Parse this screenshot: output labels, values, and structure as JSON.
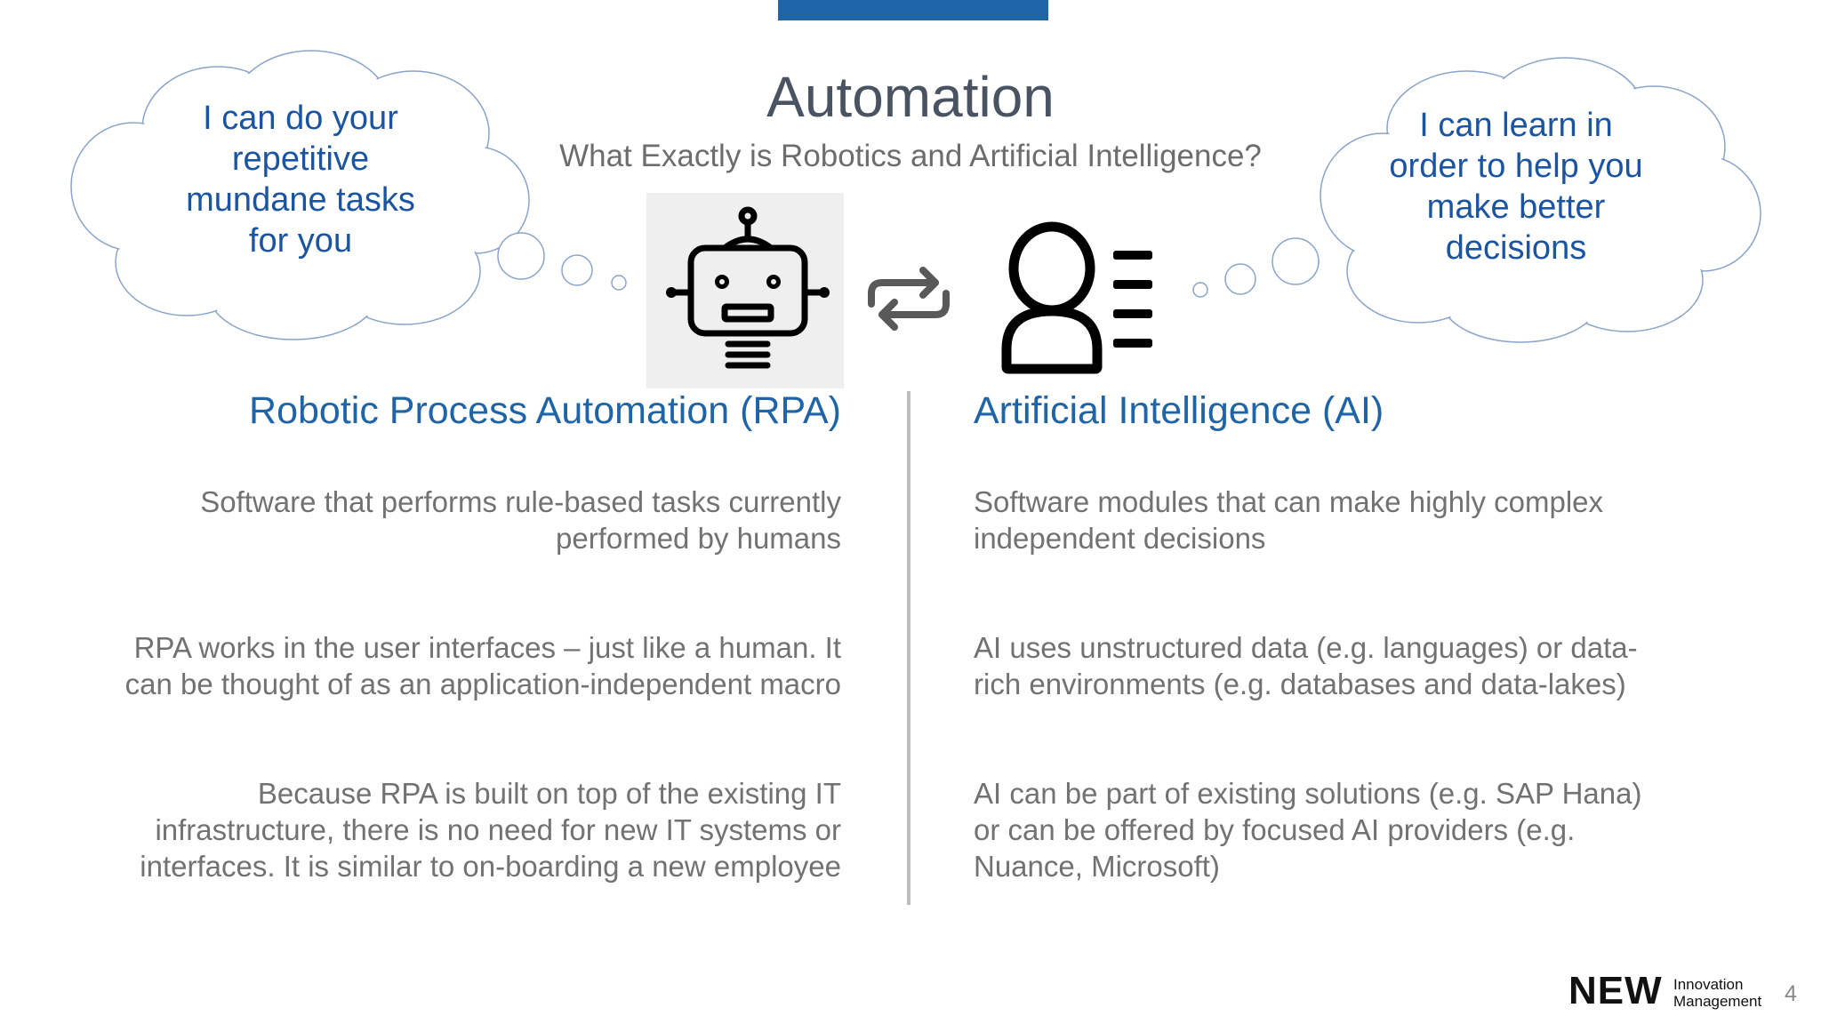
{
  "header": {
    "title": "Automation",
    "subtitle": "What Exactly is Robotics and Artificial Intelligence?",
    "accent_color": "#1f64a6"
  },
  "thought_left": {
    "lines": [
      "I can do your",
      "repetitive",
      "mundane tasks",
      "for you"
    ]
  },
  "thought_right": {
    "lines": [
      "I can learn in",
      "order to help you",
      "make better",
      "decisions"
    ]
  },
  "icons": {
    "robot": "robot-icon",
    "exchange": "exchange-arrows-icon",
    "person": "person-with-list-icon"
  },
  "left_column": {
    "heading": "Robotic Process Automation (RPA)",
    "paragraphs": [
      {
        "lines": [
          "Software that performs rule-based tasks currently",
          "performed by humans"
        ]
      },
      {
        "lines": [
          "RPA works in the user interfaces – just like a human. It",
          "can be thought of as an application-independent macro"
        ]
      },
      {
        "lines": [
          "Because RPA is built on top of the existing IT",
          "infrastructure, there is no need for new IT systems or",
          "interfaces. It is similar to on-boarding a new employee"
        ]
      }
    ]
  },
  "right_column": {
    "heading": "Artificial Intelligence (AI)",
    "paragraphs": [
      {
        "lines": [
          "Software modules that can make highly complex",
          "independent decisions"
        ]
      },
      {
        "lines": [
          "AI uses unstructured data (e.g. languages) or data-",
          "rich environments (e.g. databases and data-lakes)"
        ]
      },
      {
        "lines": [
          "AI can be part of existing solutions (e.g. SAP Hana)",
          "or can be offered by focused AI providers (e.g.",
          "Nuance, Microsoft)"
        ]
      }
    ]
  },
  "footer": {
    "logo_main": "NEW",
    "logo_sub_lines": [
      "Innovation",
      "Management"
    ],
    "page_number": "4"
  }
}
